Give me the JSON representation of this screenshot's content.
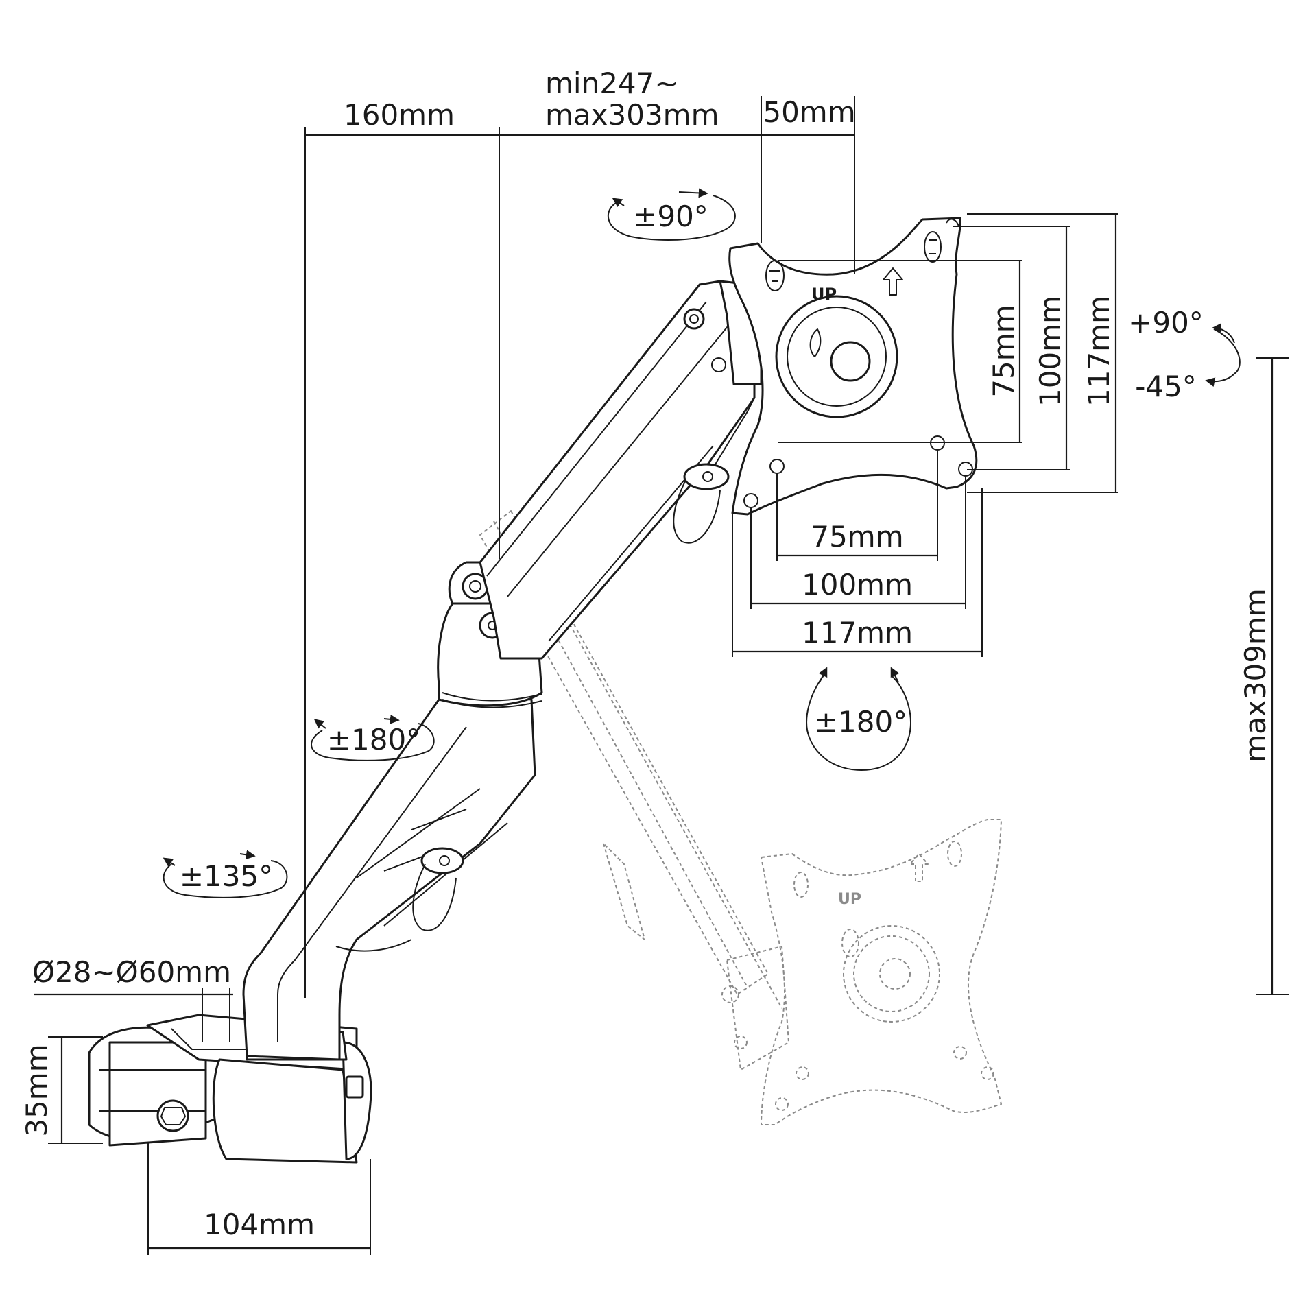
{
  "dimensions": {
    "arm_segment_1": "160mm",
    "arm_segment_2_line1": "min247~",
    "arm_segment_2_line2": "max303mm",
    "plate_offset": "50mm",
    "vesa_h_75": "75mm",
    "vesa_h_100": "100mm",
    "vesa_h_117": "117mm",
    "vesa_v_75": "75mm",
    "vesa_v_100": "100mm",
    "vesa_v_117": "117mm",
    "max_height": "max309mm",
    "pole_diameter": "Ø28~Ø60mm",
    "clamp_height": "35mm",
    "clamp_width": "104mm"
  },
  "rotations": {
    "plate_swivel": "±90°",
    "tilt_up": "+90°",
    "tilt_down": "-45°",
    "screen_rotation": "±180°",
    "elbow_swivel": "±180°",
    "base_swivel": "±135°"
  },
  "plate": {
    "up_label": "UP",
    "up_label_ghost": "UP"
  },
  "icons": {
    "up_arrow": "up-arrow-icon",
    "rotation_arrow": "rotation-arrow-icon"
  }
}
